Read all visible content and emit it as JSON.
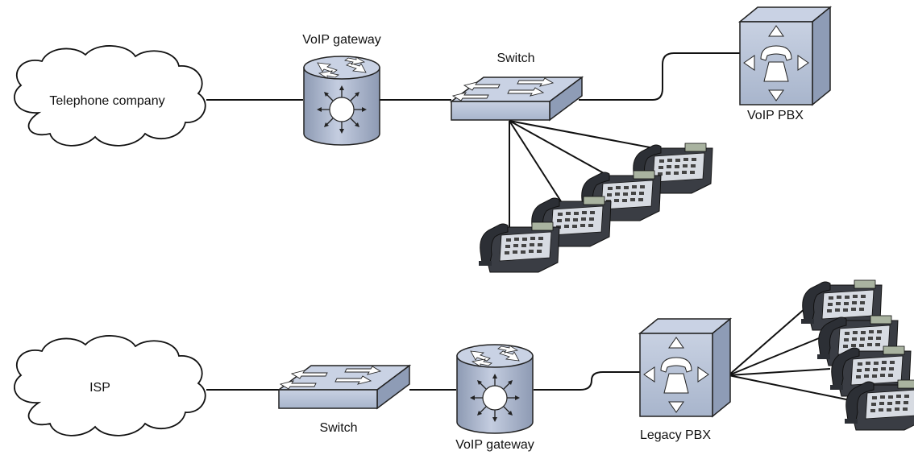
{
  "clouds": {
    "top": {
      "label": "Telephone company"
    },
    "bottom": {
      "label": "ISP"
    }
  },
  "devices": {
    "top_gateway": {
      "label": "VoIP gateway",
      "icon": "voip-gateway-icon"
    },
    "top_switch": {
      "label": "Switch",
      "icon": "switch-icon"
    },
    "top_pbx": {
      "label": "VoIP PBX",
      "icon": "pbx-icon"
    },
    "bottom_switch": {
      "label": "Switch",
      "icon": "switch-icon"
    },
    "bottom_gateway": {
      "label": "VoIP gateway",
      "icon": "voip-gateway-icon"
    },
    "bottom_pbx": {
      "label": "Legacy PBX",
      "icon": "pbx-icon"
    }
  },
  "phones": {
    "top_count": 4,
    "bottom_count": 4,
    "icon": "ip-phone-icon"
  },
  "colors": {
    "device_fill": "#b8c4d8",
    "device_dark": "#8e9cb6",
    "line": "#111111",
    "cloud_fill": "#ffffff"
  }
}
